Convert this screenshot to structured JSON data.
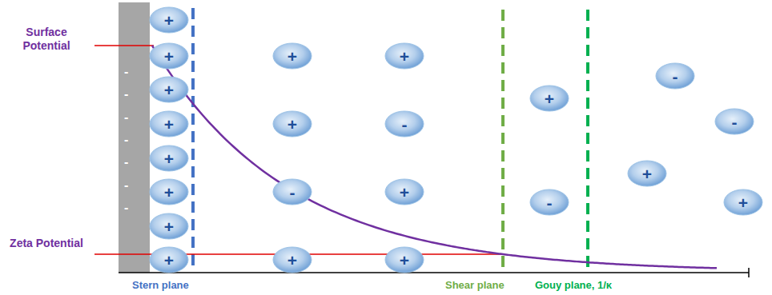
{
  "diagram": {
    "nodes": [
      {
        "text": [
          "+"
        ]
      },
      {
        "text": [
          "+"
        ]
      },
      {
        "text": [
          "+"
        ]
      },
      {
        "text": [
          "+"
        ]
      },
      {
        "text": [
          "+"
        ]
      },
      {
        "text": [
          "+"
        ]
      },
      {
        "text": [
          "+"
        ]
      },
      {
        "text": [
          "+"
        ]
      },
      {
        "text": [
          "+"
        ]
      },
      {
        "text": [
          "+"
        ]
      },
      {
        "text": [
          "-"
        ]
      },
      {
        "text": [
          "+"
        ]
      },
      {
        "text": [
          "+"
        ]
      },
      {
        "text": [
          "-"
        ]
      },
      {
        "text": [
          "+"
        ]
      },
      {
        "text": [
          "+"
        ]
      },
      {
        "text": [
          "+"
        ]
      },
      {
        "text": [
          "-"
        ]
      },
      {
        "text": [
          "+"
        ]
      },
      {
        "text": [
          "-"
        ]
      },
      {
        "text": [
          "-"
        ]
      },
      {
        "text": [
          "+"
        ]
      }
    ],
    "labels": [
      "Surface Potential",
      "Zeta Potential",
      "-",
      "-",
      "-",
      "-",
      "-",
      "-",
      "-",
      "Stern plane",
      "Shear plane",
      "Gouy plane, 1/κ"
    ]
  }
}
